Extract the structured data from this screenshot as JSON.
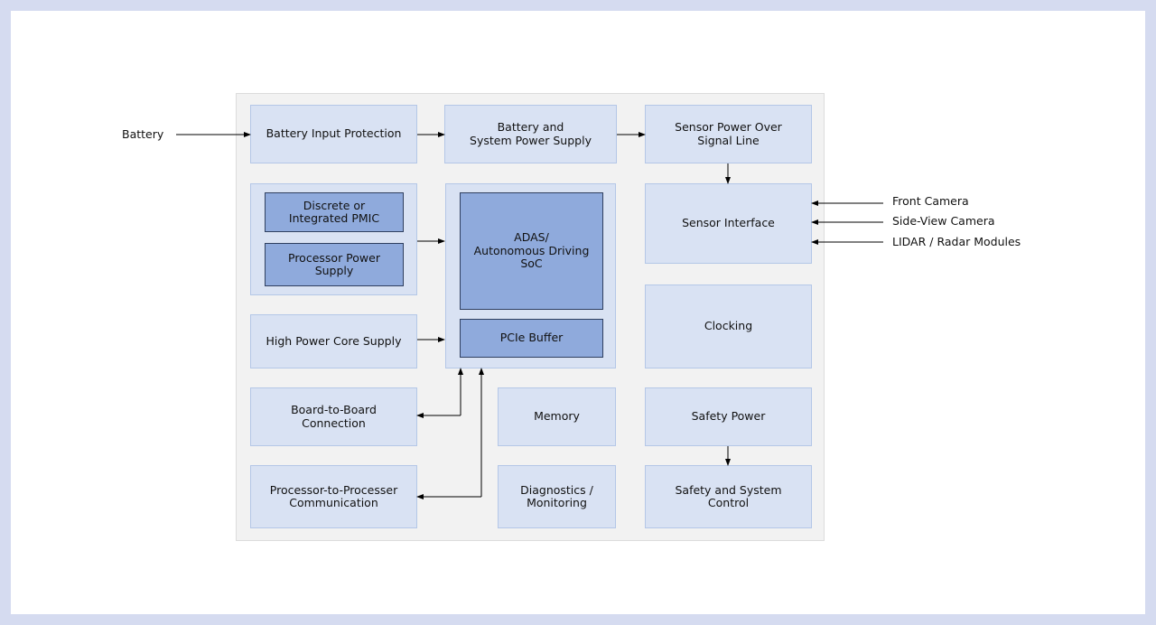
{
  "external_inputs": {
    "battery": "Battery",
    "front_camera": "Front Camera",
    "side_view_camera": "Side-View Camera",
    "lidar_radar": "LIDAR / Radar Modules"
  },
  "blocks": {
    "battery_input_protection": "Battery Input Protection",
    "battery_system_power_supply": "Battery and\nSystem Power Supply",
    "sensor_power_over_signal_line": "Sensor Power Over\nSignal Line",
    "discrete_or_integrated_pmic": "Discrete or\nIntegrated PMIC",
    "processor_power_supply": "Processor Power\nSupply",
    "adas_soc": "ADAS/\nAutonomous Driving\nSoC",
    "pcie_buffer": "PCIe Buffer",
    "sensor_interface": "Sensor Interface",
    "high_power_core_supply": "High Power Core Supply",
    "clocking": "Clocking",
    "board_to_board_connection": "Board-to-Board\nConnection",
    "memory": "Memory",
    "safety_power": "Safety Power",
    "processor_to_processer_communication": "Processor-to-Processer\nCommunication",
    "diagnostics_monitoring": "Diagnostics /\nMonitoring",
    "safety_and_system_control": "Safety and System\nControl"
  },
  "colors": {
    "page_background": "#d5dbf0",
    "block_fill": "#d9e2f3",
    "block_border": "#b4c7e7",
    "soc_fill": "#8faadc",
    "soc_border": "#2f3f5f",
    "outer_panel": "#f2f2f2"
  }
}
